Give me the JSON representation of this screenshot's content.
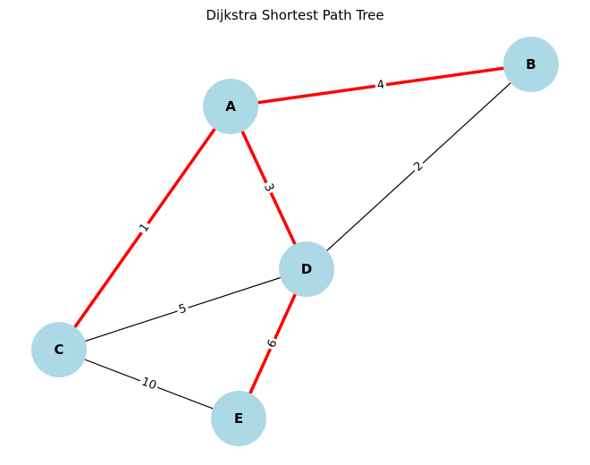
{
  "diagram": {
    "title": "Dijkstra Shortest Path Tree",
    "node_color": "#add8e6",
    "tree_edge_color": "#ff0000",
    "normal_edge_color": "#000000",
    "nodes": [
      {
        "id": "A",
        "label": "A"
      },
      {
        "id": "B",
        "label": "B"
      },
      {
        "id": "C",
        "label": "C"
      },
      {
        "id": "D",
        "label": "D"
      },
      {
        "id": "E",
        "label": "E"
      }
    ],
    "edges": [
      {
        "from": "A",
        "to": "B",
        "weight": "4",
        "in_tree": true
      },
      {
        "from": "A",
        "to": "C",
        "weight": "1",
        "in_tree": true
      },
      {
        "from": "A",
        "to": "D",
        "weight": "3",
        "in_tree": true
      },
      {
        "from": "D",
        "to": "E",
        "weight": "6",
        "in_tree": true
      },
      {
        "from": "B",
        "to": "D",
        "weight": "2",
        "in_tree": false
      },
      {
        "from": "C",
        "to": "D",
        "weight": "5",
        "in_tree": false
      },
      {
        "from": "C",
        "to": "E",
        "weight": "10",
        "in_tree": false
      }
    ]
  }
}
